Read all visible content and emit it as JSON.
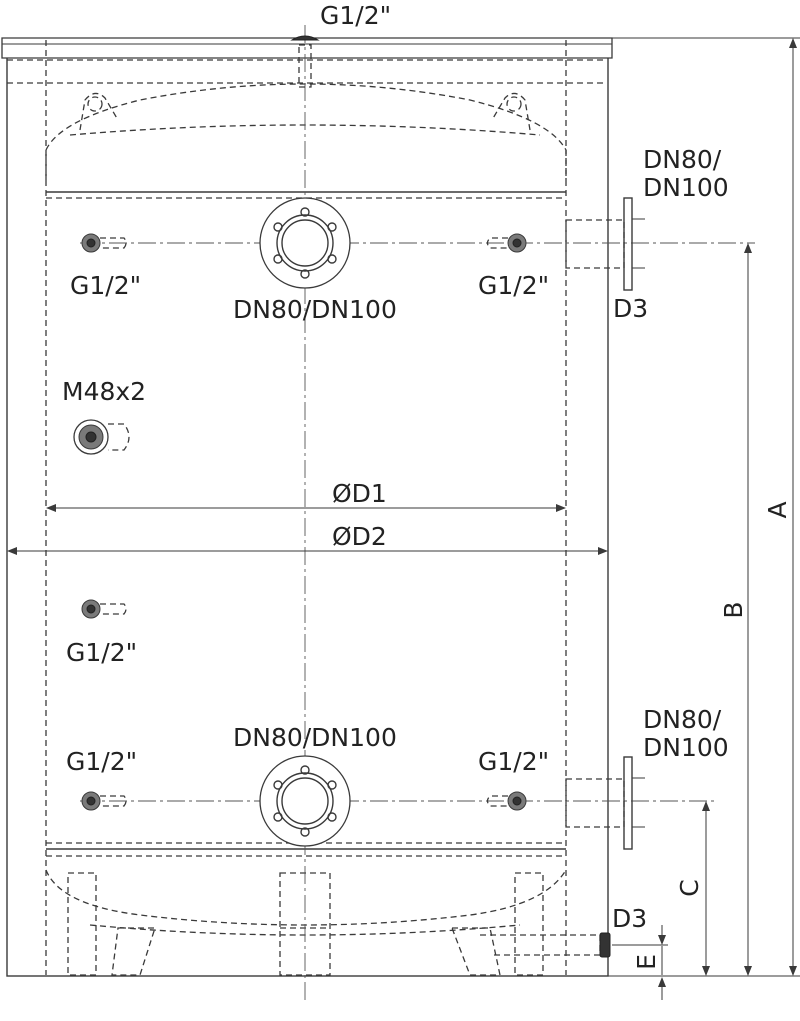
{
  "labels": {
    "top_connection": "G1/2\"",
    "side_flange_top": "DN80/\nDN100",
    "side_flange_bottom": "DN80/\nDN100",
    "front_flange_top": "DN80/DN100",
    "front_flange_bottom": "DN80/DN100",
    "g_upper_left": "G1/2\"",
    "g_upper_right": "G1/2\"",
    "g_middle_left": "G1/2\"",
    "g_lower_left": "G1/2\"",
    "g_lower_right": "G1/2\"",
    "m_heater": "M48x2",
    "d3_upper": "D3",
    "d3_lower": "D3",
    "diameter_inner": "ØD1",
    "diameter_outer": "ØD2",
    "dim_a": "A",
    "dim_b": "B",
    "dim_c": "C",
    "dim_e": "E"
  },
  "colors": {
    "line": "#3a3a3a",
    "text": "#222222",
    "background": "#ffffff"
  }
}
